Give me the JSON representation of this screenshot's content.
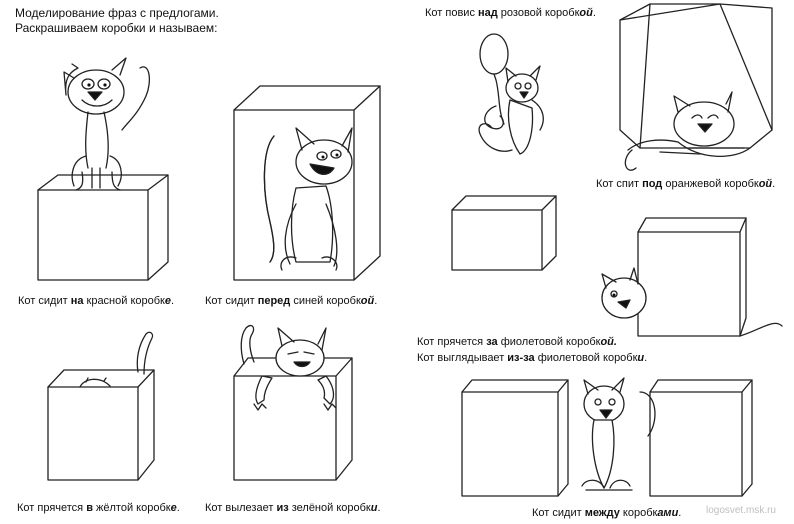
{
  "header": {
    "line1": "Моделирование фраз с предлогами.",
    "line2": "Раскрашиваем коробки и называем:"
  },
  "captions": {
    "on": {
      "a": "Кот сидит ",
      "b": "на",
      "c": " красной коробк",
      "d": "е",
      "e": "."
    },
    "front": {
      "a": "Кот сидит ",
      "b": "перед",
      "c": " синей коробк",
      "d": "ой",
      "e": "."
    },
    "in": {
      "a": "Кот прячется ",
      "b": "в",
      "c": " жёлтой коробк",
      "d": "е",
      "e": "."
    },
    "out": {
      "a": "Кот вылезает ",
      "b": "из",
      "c": " зелёной коробк",
      "d": "и",
      "e": "."
    },
    "above": {
      "a": "Кот повис ",
      "b": "над",
      "c": " розовой коробк",
      "d": "ой",
      "e": "."
    },
    "under": {
      "a": "Кот спит ",
      "b": "под",
      "c": " оранжевой коробк",
      "d": "ой",
      "e": "."
    },
    "behind": {
      "a": "Кот прячется ",
      "b": "за",
      "c": " фиолетовой коробк",
      "d": "ой.",
      "e": ""
    },
    "fromBehind": {
      "a": "Кот выглядывает ",
      "b": "из-за",
      "c": " фиолетовой коробк",
      "d": "и",
      "e": "."
    },
    "between": {
      "a": "Кот сидит ",
      "b": "между",
      "c": " коробк",
      "d": "ами",
      "e": "."
    }
  },
  "watermark": "logosvet.msk.ru"
}
